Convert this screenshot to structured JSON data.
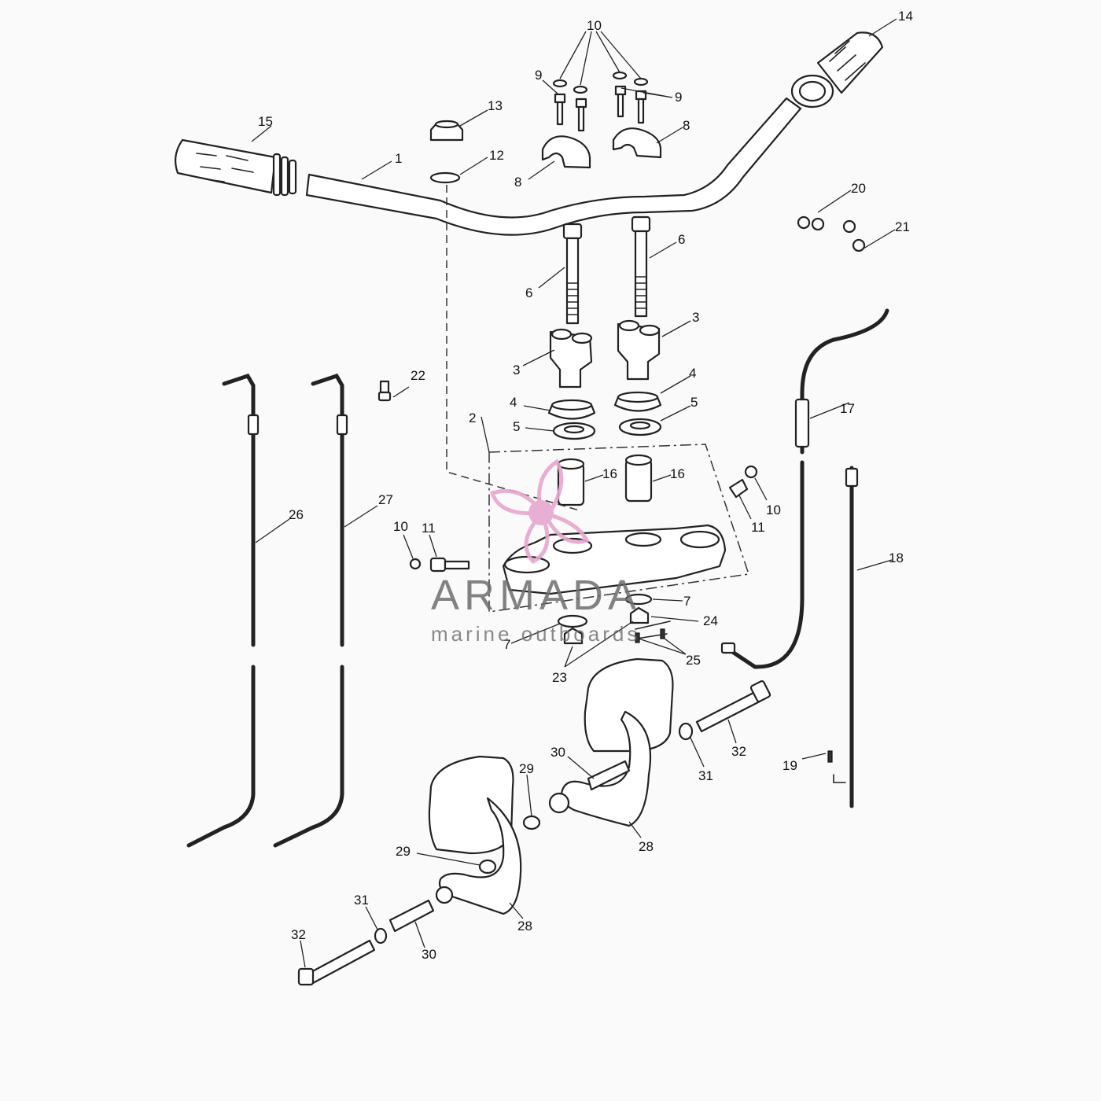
{
  "watermark": {
    "brand": "ARMADA",
    "tagline": "marine outboards",
    "logo_icon": "propeller-icon",
    "logo_color": "#e8a6cf"
  },
  "callouts": [
    "1",
    "2",
    "3",
    "3",
    "4",
    "4",
    "5",
    "5",
    "6",
    "6",
    "7",
    "7",
    "8",
    "8",
    "9",
    "9",
    "10",
    "10",
    "10",
    "11",
    "11",
    "12",
    "13",
    "14",
    "15",
    "16",
    "16",
    "17",
    "18",
    "19",
    "20",
    "21",
    "22",
    "23",
    "24",
    "25",
    "26",
    "27",
    "28",
    "28",
    "29",
    "29",
    "30",
    "30",
    "31",
    "31",
    "32",
    "32"
  ],
  "colors": {
    "line": "#222222",
    "background": "#fafafa"
  }
}
